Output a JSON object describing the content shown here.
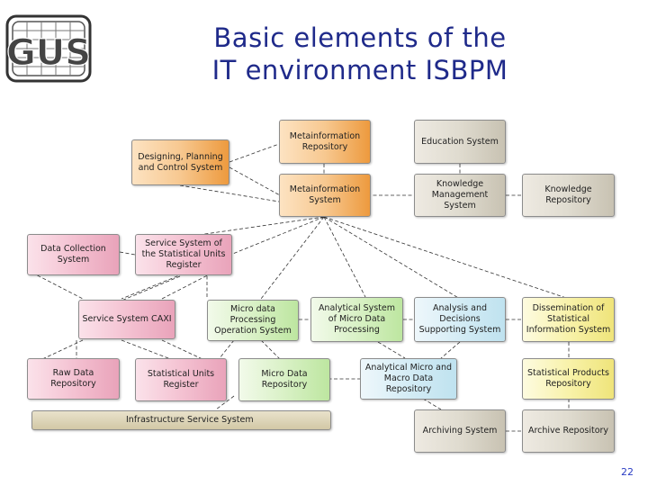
{
  "title": {
    "line1": "Basic elements of the",
    "line2": "IT environment ISBPM"
  },
  "logo": {
    "text": "GUS"
  },
  "page_number": "22",
  "boxes": {
    "metainformation_repository": "Metainformation Repository",
    "education_system": "Education System",
    "designing_planning": "Designing, Planning and Control System",
    "metainformation_system": "Metainformation System",
    "knowledge_management": "Knowledge Management System",
    "knowledge_repository": "Knowledge Repository",
    "data_collection": "Data Collection System",
    "service_system_units_register": "Service System of the Statistical Units Register",
    "service_system_caxi": "Service System CAXI",
    "micro_data_processing": "Micro data Processing Operation System",
    "analytical_system_micro": "Analytical System of Micro Data Processing",
    "analysis_decisions": "Analysis and Decisions Supporting System",
    "dissemination": "Dissemination of Statistical Information System",
    "raw_data_repository": "Raw Data Repository",
    "statistical_units_register": "Statistical Units Register",
    "micro_data_repository": "Micro Data Repository",
    "analytical_micro_macro": "Analytical Micro and Macro Data Repository",
    "statistical_products_repository": "Statistical Products Repository",
    "infrastructure": "Infrastructure Service System",
    "archiving_system": "Archiving System",
    "archive_repository": "Archive Repository"
  },
  "colors": {
    "title": "#1f2a8a",
    "orange": "#ed9a3e",
    "gray": "#dfdbcf",
    "pink": "#f4c2d2",
    "green": "#d9f1c6",
    "blue": "#d4ecf5",
    "yellow": "#f8f2aa",
    "tan": "#d2c8a6",
    "page_number": "#2a3cc4"
  }
}
